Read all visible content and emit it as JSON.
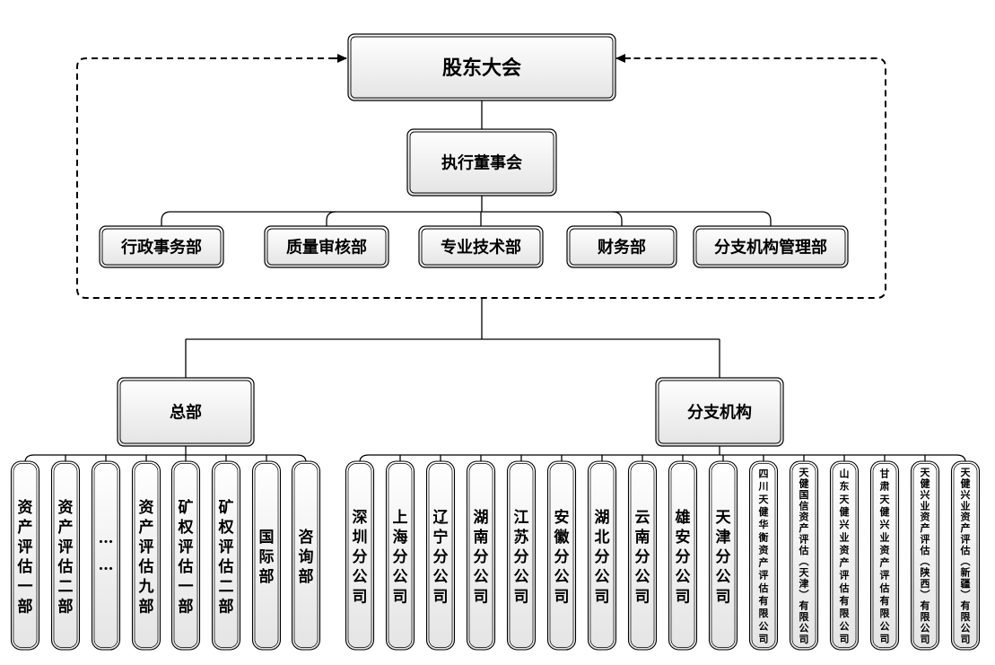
{
  "chart_data": {
    "type": "org-chart",
    "root": {
      "label": "股东大会"
    },
    "executive": {
      "label": "执行董事会"
    },
    "departments": [
      {
        "label": "行政事务部"
      },
      {
        "label": "质量审核部"
      },
      {
        "label": "专业技术部"
      },
      {
        "label": "财务部"
      },
      {
        "label": "分支机构管理部"
      }
    ],
    "divisions": [
      {
        "label": "总部",
        "units": [
          {
            "label": "资产评估一部"
          },
          {
            "label": "资产评估二部"
          },
          {
            "label": "……"
          },
          {
            "label": "资产评估九部"
          },
          {
            "label": "矿权评估一部"
          },
          {
            "label": "矿权评估二部"
          },
          {
            "label": "国际部"
          },
          {
            "label": "咨询部"
          }
        ]
      },
      {
        "label": "分支机构",
        "units": [
          {
            "label": "深圳分公司"
          },
          {
            "label": "上海分公司"
          },
          {
            "label": "辽宁分公司"
          },
          {
            "label": "湖南分公司"
          },
          {
            "label": "江苏分公司"
          },
          {
            "label": "安徽分公司"
          },
          {
            "label": "湖北分公司"
          },
          {
            "label": "云南分公司"
          },
          {
            "label": "雄安分公司"
          },
          {
            "label": "天津分公司"
          },
          {
            "label": "四川天健华衡资产评估有限公司"
          },
          {
            "label": "天健国信资产评估（天津）有限公司"
          },
          {
            "label": "山东天健兴业资产评估有限公司"
          },
          {
            "label": "甘肃天健兴业资产评估有限公司"
          },
          {
            "label": "天健兴业资产评估（陕西）有限公司"
          },
          {
            "label": "天健兴业资产评估（新疆）有限公司"
          }
        ]
      }
    ]
  }
}
